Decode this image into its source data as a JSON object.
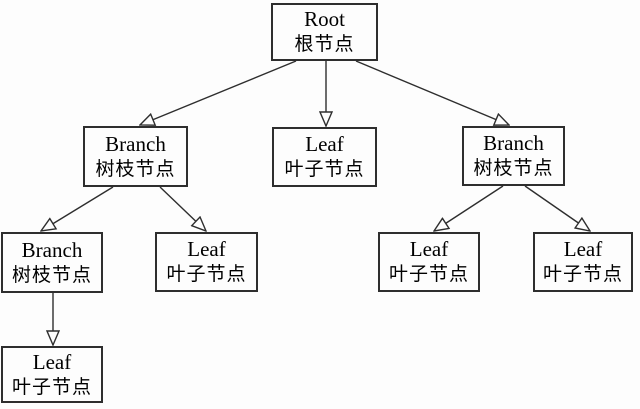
{
  "diagram": {
    "type": "tree",
    "colors": {
      "background": "#fdfdfd",
      "border": "#2e2e2e",
      "line": "#2e2e2e",
      "text": "#000000",
      "arrowhead_fill": "#fdfdfd"
    },
    "nodes": {
      "root": {
        "label_en": "Root",
        "label_zh": "根节点"
      },
      "branch_left": {
        "label_en": "Branch",
        "label_zh": "树枝节点"
      },
      "leaf_mid": {
        "label_en": "Leaf",
        "label_zh": "叶子节点"
      },
      "branch_right": {
        "label_en": "Branch",
        "label_zh": "树枝节点"
      },
      "branch_ll": {
        "label_en": "Branch",
        "label_zh": "树枝节点"
      },
      "leaf_lr": {
        "label_en": "Leaf",
        "label_zh": "叶子节点"
      },
      "leaf_rl": {
        "label_en": "Leaf",
        "label_zh": "叶子节点"
      },
      "leaf_rr": {
        "label_en": "Leaf",
        "label_zh": "叶子节点"
      },
      "leaf_bottom": {
        "label_en": "Leaf",
        "label_zh": "叶子节点"
      }
    },
    "edges": [
      {
        "from": "root",
        "to": "branch_left"
      },
      {
        "from": "root",
        "to": "leaf_mid"
      },
      {
        "from": "root",
        "to": "branch_right"
      },
      {
        "from": "branch_left",
        "to": "branch_ll"
      },
      {
        "from": "branch_left",
        "to": "leaf_lr"
      },
      {
        "from": "branch_right",
        "to": "leaf_rl"
      },
      {
        "from": "branch_right",
        "to": "leaf_rr"
      },
      {
        "from": "branch_ll",
        "to": "leaf_bottom"
      }
    ]
  }
}
